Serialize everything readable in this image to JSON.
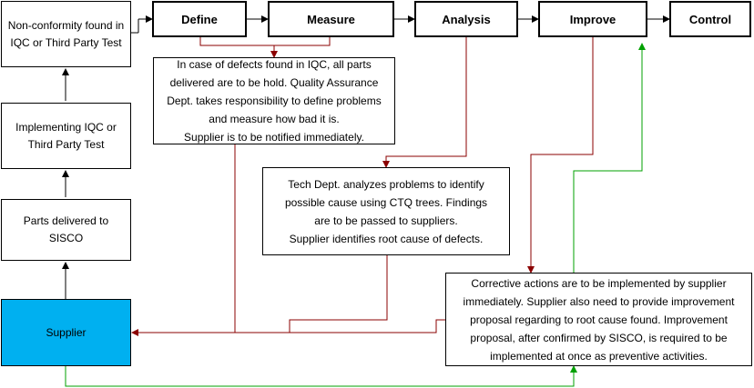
{
  "colors": {
    "box_border": "#000000",
    "supplier_fill": "#00b0f0",
    "feedback_arrow": "#8b0000",
    "improve_arrow": "#00a000",
    "flow_arrow": "#000000"
  },
  "left_column": {
    "nonconformity": "Non-conformity found  in IQC or Third Party Test",
    "implementing": "Implementing IQC or Third Party Test",
    "parts_delivered": "Parts delivered  to SISCO",
    "supplier": "Supplier"
  },
  "phases": {
    "define": "Define",
    "measure": "Measure",
    "analysis": "Analysis",
    "improve": "Improve",
    "control": "Control"
  },
  "notes": {
    "measure_note": [
      "In case of defects found in IQC, all parts",
      "delivered  are to be hold. Quality Assurance",
      "Dept. takes responsibility to define problems",
      "and measure how bad it is.",
      "Supplier is to be notified immediately."
    ],
    "analysis_note": [
      "Tech Dept. analyzes problems  to identify",
      "possible cause using CTQ trees. Findings",
      "are to be passed to suppliers.",
      "Supplier identifies root cause of defects."
    ],
    "improve_note": [
      "Corrective  actions are to be implemented by supplier",
      "immediately. Supplier also need to provide  improvement",
      "proposal regarding  to root cause found.  Improvement",
      "proposal, after confirmed by SISCO, is required to be",
      "implemented at once as preventive  activities."
    ]
  }
}
